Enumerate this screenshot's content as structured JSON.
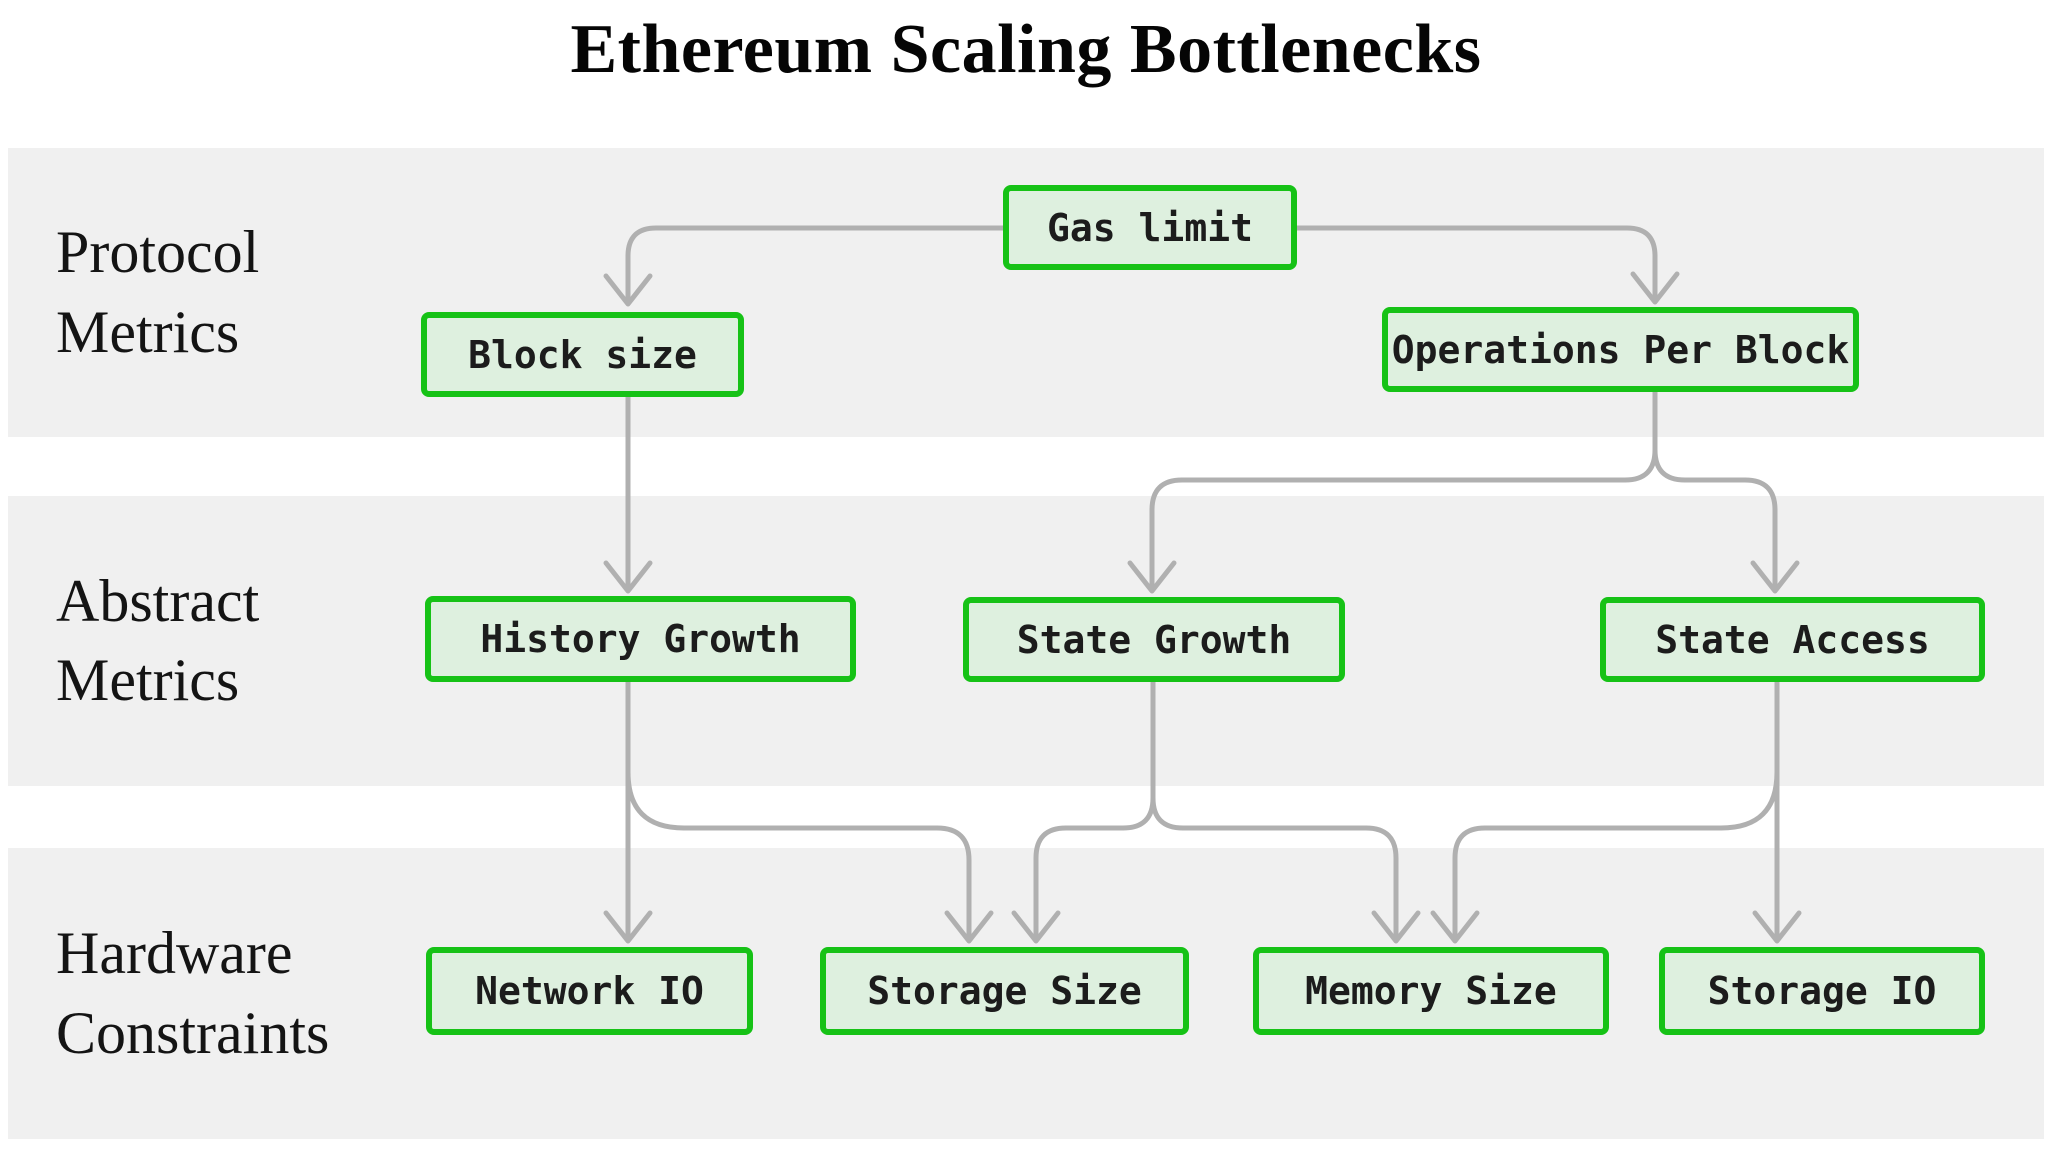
{
  "title": "Ethereum Scaling Bottlenecks",
  "colors": {
    "background": "#ffffff",
    "band_bg": "#f0f0f0",
    "node_border": "#16c216",
    "node_fill": "#def0df",
    "edge": "#b0b0b0",
    "node_text": "#1c1c1c",
    "label_text": "#141414",
    "title_text": "#050505"
  },
  "rows": [
    {
      "id": "protocol",
      "lines": [
        "Protocol",
        "Metrics"
      ]
    },
    {
      "id": "abstract",
      "lines": [
        "Abstract",
        "Metrics"
      ]
    },
    {
      "id": "hardware",
      "lines": [
        "Hardware",
        "Constraints"
      ]
    }
  ],
  "nodes": {
    "gas_limit": {
      "label": "Gas limit",
      "row": "protocol"
    },
    "block_size": {
      "label": "Block size",
      "row": "protocol"
    },
    "ops_per_block": {
      "label": "Operations Per Block",
      "row": "protocol"
    },
    "history_growth": {
      "label": "History Growth",
      "row": "abstract"
    },
    "state_growth": {
      "label": "State Growth",
      "row": "abstract"
    },
    "state_access": {
      "label": "State Access",
      "row": "abstract"
    },
    "network_io": {
      "label": "Network IO",
      "row": "hardware"
    },
    "storage_size": {
      "label": "Storage Size",
      "row": "hardware"
    },
    "memory_size": {
      "label": "Memory Size",
      "row": "hardware"
    },
    "storage_io": {
      "label": "Storage IO",
      "row": "hardware"
    }
  },
  "edges": [
    {
      "from": "Gas limit",
      "to": "Block size"
    },
    {
      "from": "Gas limit",
      "to": "Operations Per Block"
    },
    {
      "from": "Block size",
      "to": "History Growth"
    },
    {
      "from": "Operations Per Block",
      "to": "State Growth"
    },
    {
      "from": "Operations Per Block",
      "to": "State Access"
    },
    {
      "from": "History Growth",
      "to": "Network IO"
    },
    {
      "from": "History Growth",
      "to": "Storage Size"
    },
    {
      "from": "State Growth",
      "to": "Storage Size"
    },
    {
      "from": "State Growth",
      "to": "Memory Size"
    },
    {
      "from": "State Access",
      "to": "Memory Size"
    },
    {
      "from": "State Access",
      "to": "Storage IO"
    }
  ]
}
